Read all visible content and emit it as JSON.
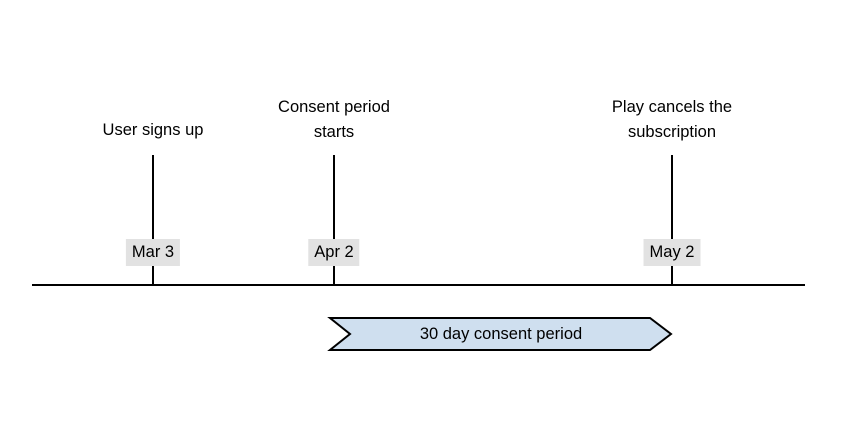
{
  "diagram": {
    "type": "timeline",
    "axis": {
      "label": ""
    },
    "events": [
      {
        "id": "user-signs-up",
        "label": "User signs up",
        "date": "Mar 3",
        "label_lines": 1
      },
      {
        "id": "consent-period-starts",
        "label": "Consent period\nstarts",
        "date": "Apr 2",
        "label_lines": 2
      },
      {
        "id": "play-cancels-subscription",
        "label": "Play cancels the\nsubscription",
        "date": "May 2",
        "label_lines": 2
      }
    ],
    "period_banner": {
      "label": "30 day consent period",
      "fill_color": "#cfdfef",
      "stroke_color": "#000000"
    },
    "colors": {
      "line": "#000000",
      "date_badge_background": "#e2e2e2",
      "text": "#000000",
      "background": "#ffffff"
    }
  }
}
